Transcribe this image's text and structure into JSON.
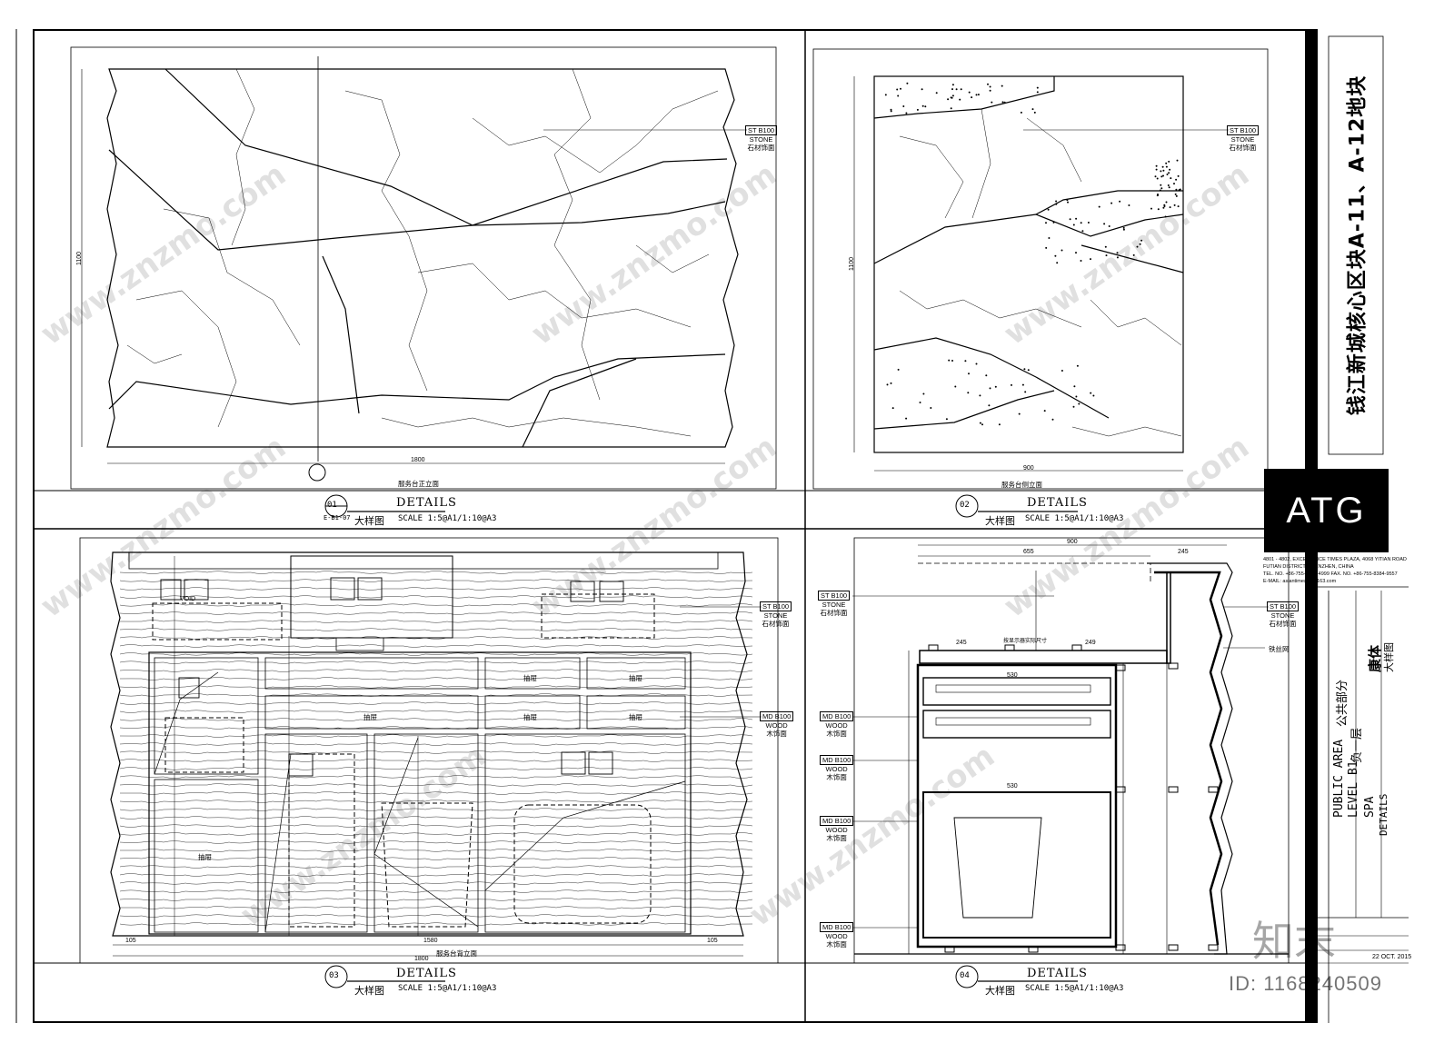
{
  "project_title": "钱江新城核心区块A-11、A-12地块",
  "logo": {
    "mark": "ATG"
  },
  "address": [
    "4801 - 4802, EXCELLENCE TIMES PLAZA, 4068 YITIAN ROAD",
    "FUTIAN DISTRICT, SHENZHEN, CHINA",
    "TEL. NO. +86-755-2399-4999    FAX. NO. +86-755-8384-9557",
    "E-MAIL: asiantime@vip.163.com"
  ],
  "sheet_info": {
    "area_en": "PUBLIC AREA",
    "area_cn": "公共部分",
    "level_en": "LEVEL B1",
    "level_cn": "负一层",
    "type_en": "SPA",
    "type_cn": "康体",
    "detail_en": "DETAILS",
    "detail_cn": "大样图",
    "date": "22 OCT. 2015"
  },
  "panels": [
    {
      "number": "01",
      "ref": "E-B1-07",
      "title_en": "DETAILS",
      "title_cn": "大样图",
      "scale": "SCALE 1:5@A1/1:10@A3",
      "drawing_name": "服务台正立面",
      "width_dim": "1800",
      "height_dim": "1100"
    },
    {
      "number": "02",
      "title_en": "DETAILS",
      "title_cn": "大样图",
      "scale": "SCALE 1:5@A1/1:10@A3",
      "drawing_name": "服务台侧立面",
      "width_dim": "900",
      "height_dim": "1100"
    },
    {
      "number": "03",
      "title_en": "DETAILS",
      "title_cn": "大样图",
      "scale": "SCALE 1:5@A1/1:10@A3",
      "drawing_name": "服务台背立面",
      "width_dim": "1800",
      "inner_dim": "1580",
      "side_dim": "105"
    },
    {
      "number": "04",
      "title_en": "DETAILS",
      "title_cn": "大样图",
      "scale": "SCALE 1:5@A1/1:10@A3",
      "top_dim": "900",
      "dim_655": "655",
      "dim_245": "245",
      "dim_249": "249",
      "dim_530": "530"
    }
  ],
  "materials": {
    "stone": {
      "code": "ST B100",
      "en": "STONE",
      "cn": "石材饰面"
    },
    "wood": {
      "code": "MD B100",
      "en": "WOOD",
      "cn": "木饰面"
    }
  },
  "labels": {
    "drawer": "抽屉",
    "void": "VOID",
    "wire_mesh": "铁丝网",
    "note_size": "按显示器实际尺寸"
  },
  "watermark": {
    "brand": "知末",
    "site": "www.znzmo.com",
    "id": "ID: 1168240509"
  }
}
